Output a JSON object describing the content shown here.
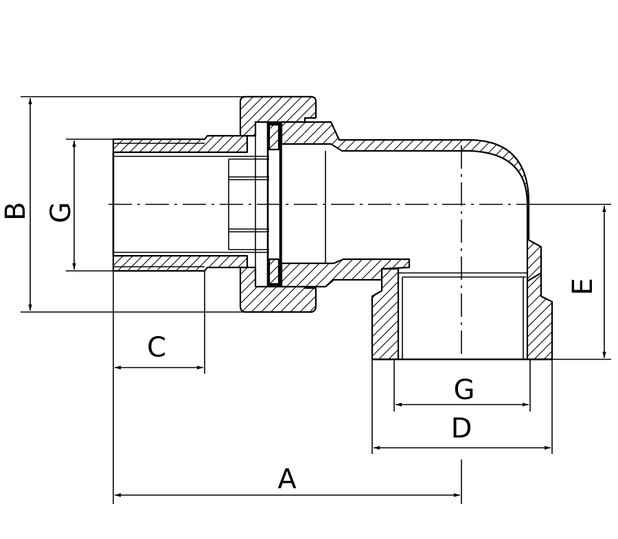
{
  "labels": {
    "a": "A",
    "b": "B",
    "c": "C",
    "d": "D",
    "e": "E",
    "g_left": "G",
    "g_bottom": "G"
  }
}
